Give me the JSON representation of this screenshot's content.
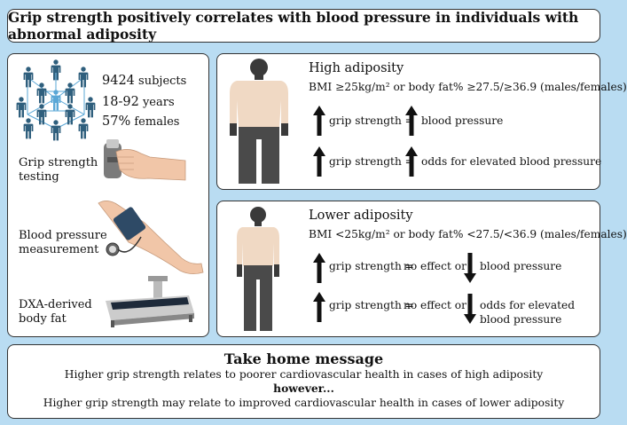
{
  "title": "Grip strength positively correlates with blood pressure in individuals with abnormal adiposity",
  "left_panel": {
    "stats": [
      {
        "value": "9424",
        "label": "subjects"
      },
      {
        "value": "18-92",
        "label": "years"
      },
      {
        "value": "57%",
        "label": "females"
      }
    ],
    "grip_label": [
      "Grip strength",
      "testing"
    ],
    "bp_label": [
      "Blood pressure",
      "measurement"
    ],
    "dxa_label": [
      "DXA-derived",
      "body fat"
    ]
  },
  "high": {
    "heading": "High adiposity",
    "criteria": "BMI ≥25kg/m² or body fat% ≥27.5/≥36.9 (males/females)",
    "rows": [
      {
        "left": "grip strength =",
        "right": "blood pressure"
      },
      {
        "left": "grip strength =",
        "right": "odds for elevated blood pressure"
      }
    ]
  },
  "low": {
    "heading": "Lower adiposity",
    "criteria": "BMI <25kg/m² or body fat% <27.5/<36.9 (males/females)",
    "rows": [
      {
        "left": "grip strength =",
        "mid": "no effect or",
        "right1": "blood pressure",
        "right2": ""
      },
      {
        "left": "grip strength =",
        "mid": "no effect or",
        "right1": "odds for elevated",
        "right2": "blood pressure"
      }
    ]
  },
  "home": {
    "title": "Take home message",
    "line1": "Higher grip strength relates to poorer cardiovascular health in cases of high adiposity",
    "however": "however...",
    "line2": "Higher grip strength may relate to improved cardiovascular health in cases of lower adiposity"
  },
  "colors": {
    "background": "#b9dcf2",
    "people": "#2f5f7d",
    "people_highlight": "#5aa7d6",
    "figure_dark": "#3a3a3a",
    "shirt": "#f0d9c4"
  }
}
